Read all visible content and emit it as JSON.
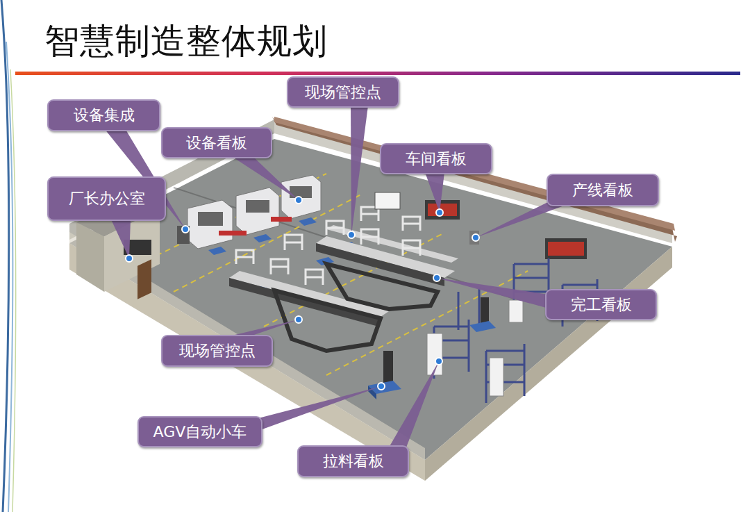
{
  "diagram": {
    "title": "智慧制造整体规划",
    "nodes": [
      {
        "text": [
          "现场管控点"
        ]
      },
      {
        "text": [
          "设备集成"
        ]
      },
      {
        "text": [
          "设备看板"
        ]
      },
      {
        "text": [
          "车间看板"
        ]
      },
      {
        "text": [
          "产线看板"
        ]
      },
      {
        "text": [
          "厂长办公室"
        ]
      },
      {
        "text": [
          "完工看板"
        ]
      },
      {
        "text": [
          "现场管控点"
        ]
      },
      {
        "text": [
          "AGV自动小车"
        ]
      },
      {
        "text": [
          "拉料看板"
        ]
      }
    ]
  }
}
